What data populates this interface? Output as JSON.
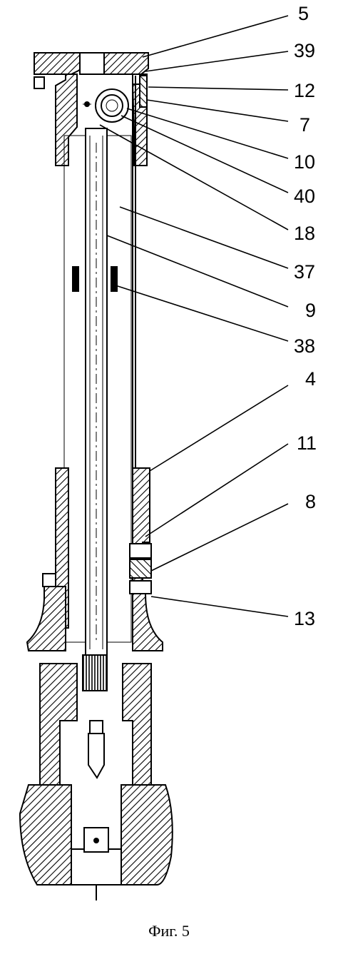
{
  "figure": {
    "caption": "Фиг. 5",
    "callouts": [
      {
        "id": "5",
        "label": "5"
      },
      {
        "id": "39",
        "label": "39"
      },
      {
        "id": "12",
        "label": "12"
      },
      {
        "id": "7",
        "label": "7"
      },
      {
        "id": "10",
        "label": "10"
      },
      {
        "id": "40",
        "label": "40"
      },
      {
        "id": "18",
        "label": "18"
      },
      {
        "id": "37",
        "label": "37"
      },
      {
        "id": "9",
        "label": "9"
      },
      {
        "id": "38",
        "label": "38"
      },
      {
        "id": "4",
        "label": "4"
      },
      {
        "id": "11",
        "label": "11"
      },
      {
        "id": "8",
        "label": "8"
      },
      {
        "id": "13",
        "label": "13"
      }
    ]
  }
}
